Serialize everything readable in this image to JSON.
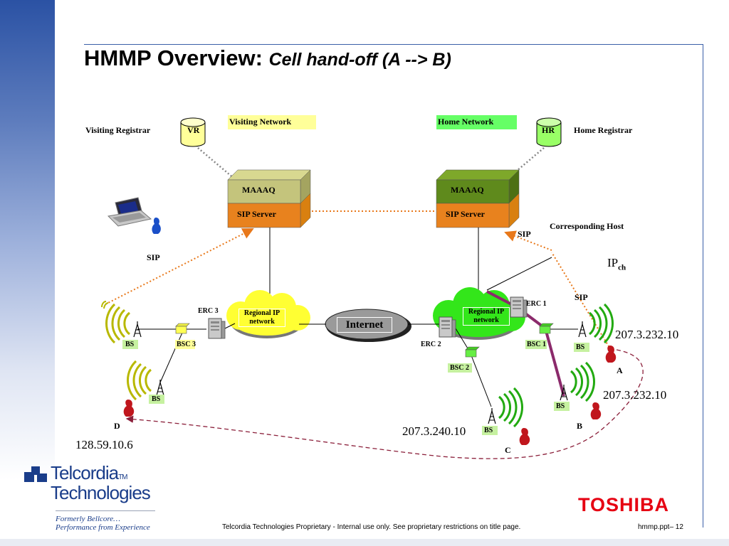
{
  "title": {
    "main": "HMMP Overview:",
    "sub": "Cell hand-off (A --> B)"
  },
  "networks": {
    "visiting": "Visiting Network",
    "home": "Home Network"
  },
  "registrars": {
    "visiting_label": "Visiting Registrar",
    "vr": "VR",
    "home_label": "Home Registrar",
    "hr": "HR"
  },
  "servers": {
    "left": {
      "top": "MAAAQ",
      "bottom": "SIP Server"
    },
    "right": {
      "top": "MAAAQ",
      "bottom": "SIP Server"
    }
  },
  "labels": {
    "sip_left": "SIP",
    "sip_mid": "SIP",
    "sip_right": "SIP",
    "corresponding_host": "Corresponding Host",
    "ip_ch_main": "IP",
    "ip_ch_sub": "ch",
    "internet": "Internet",
    "regional_left": "Regional IP network",
    "regional_right": "Regional IP network",
    "erc1": "ERC 1",
    "erc2": "ERC 2",
    "erc3": "ERC 3",
    "bsc1": "BSC 1",
    "bsc2": "BSC 2",
    "bsc3": "BSC 3",
    "bs": "BS",
    "node_a": "A",
    "node_b": "B",
    "node_c": "C",
    "node_d": "D"
  },
  "ips": {
    "a": "207.3.232.10",
    "b": "207.3.232.10",
    "c": "207.3.240.10",
    "d": "128.59.10.6"
  },
  "footer": {
    "center": "Telcordia Technologies Proprietary - Internal use only.  See proprietary restrictions on title page.",
    "right": "hmmp.ppt– 12"
  },
  "logos": {
    "telcordia_1": "Telcordia",
    "telcordia_tm": "TM",
    "telcordia_2": "Technologies",
    "tag1": "Formerly Bellcore…",
    "tag2": "Performance from Experience",
    "toshiba": "TOSHIBA"
  },
  "colors": {
    "brand_blue": "#2b52a4",
    "orange_link": "#e8781a",
    "purple_link": "#8b2a6b",
    "yellow_net": "#ffff66",
    "green_net": "#66e600",
    "toshiba_red": "#e60012"
  }
}
